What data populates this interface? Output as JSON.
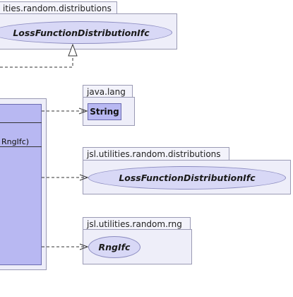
{
  "packages": {
    "top_distributions": {
      "name": "ities.random.distributions"
    },
    "java_lang": {
      "name": "java.lang"
    },
    "jsl_distributions": {
      "name": "jsl.utilities.random.distributions"
    },
    "jsl_rng": {
      "name": "jsl.utilities.random.rng"
    }
  },
  "classes": {
    "top_interface": {
      "name": "LossFunctionDistributionIfc",
      "kind": "interface"
    },
    "string": {
      "name": "String",
      "kind": "class"
    },
    "loss_interface": {
      "name": "LossFunctionDistributionIfc",
      "kind": "interface"
    },
    "rng_interface": {
      "name": "RngIfc",
      "kind": "interface"
    }
  },
  "main_class": {
    "method_fragment": "RngIfc)"
  },
  "relations": [
    {
      "from": "main_class",
      "to": "top_interface",
      "type": "realization",
      "style": "dashed",
      "arrowhead": "hollow-triangle"
    },
    {
      "from": "main_class",
      "to": "string",
      "type": "dependency",
      "style": "dashed",
      "arrowhead": "open"
    },
    {
      "from": "main_class",
      "to": "loss_interface",
      "type": "dependency",
      "style": "dashed",
      "arrowhead": "open"
    },
    {
      "from": "main_class",
      "to": "rng_interface",
      "type": "dependency",
      "style": "dashed",
      "arrowhead": "open"
    }
  ],
  "colors": {
    "package_fill": "#eeeef9",
    "class_fill": "#b8b8f2",
    "interface_fill": "#d8d8f6",
    "edge": "#333333"
  }
}
